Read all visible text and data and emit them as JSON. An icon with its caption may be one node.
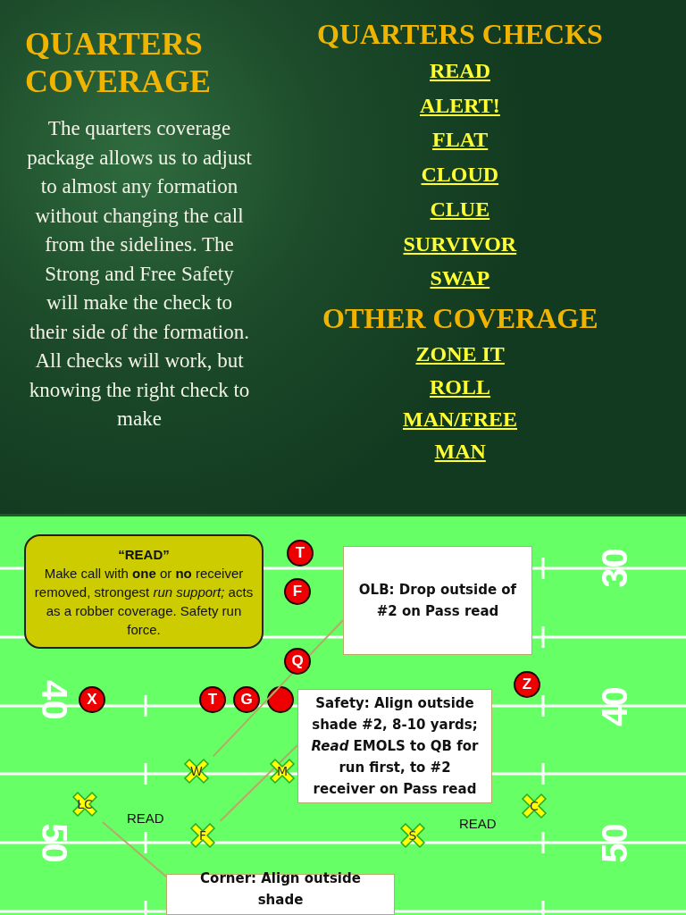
{
  "diagram": {
    "title": "QUARTERS COVERAGE",
    "nodes": [
      {
        "text": [
          "“READ”",
          "Make call with **one** or **no** receiver removed, strongest *run support;* acts as a robber coverage. Safety run force."
        ]
      },
      {
        "text": [
          "T"
        ]
      },
      {
        "text": [
          "F"
        ]
      },
      {
        "text": [
          "OLB: Drop outside of #2 on Pass read"
        ]
      },
      {
        "text": [
          "Q"
        ]
      },
      {
        "text": [
          "X"
        ]
      },
      {
        "text": [
          "T"
        ]
      },
      {
        "text": [
          "G"
        ]
      },
      {
        "text": [],
        "shape": "circle"
      },
      {
        "text": [
          "Z"
        ]
      },
      {
        "text": [
          "Safety: Align outside shade #2, 8-10 yards; *Read* EMOLS to QB for run first, to #2 receiver on Pass read"
        ]
      },
      {
        "text": [
          "W"
        ]
      },
      {
        "text": [
          "M"
        ]
      },
      {
        "text": [
          "LC"
        ]
      },
      {
        "text": [
          "C"
        ]
      },
      {
        "text": [
          "F"
        ]
      },
      {
        "text": [
          "S"
        ]
      },
      {
        "text": [
          "Corner: Align outside shade"
        ]
      }
    ],
    "edges": [
      {
        "from": 3,
        "to": 11,
        "arrow": "none"
      },
      {
        "from": 10,
        "to": 15,
        "arrow": "none"
      },
      {
        "from": 17,
        "to": 13,
        "arrow": "none"
      }
    ],
    "labels": [
      "The quarters coverage package allows us to adjust to almost any formation without changing the call from the sidelines. The Strong and Free Safety will make the check to their side of the formation. All checks will work, but knowing the right check to make",
      "QUARTERS CHECKS",
      "READ",
      "ALERT!",
      "FLAT",
      "CLOUD",
      "CLUE",
      "SURVIVOR",
      "SWAP",
      "OTHER COVERAGE",
      "ZONE IT",
      "ROLL",
      "MAN/FREE",
      "MAN",
      "30",
      "40",
      "40",
      "READ",
      "READ",
      "50",
      "50"
    ]
  }
}
